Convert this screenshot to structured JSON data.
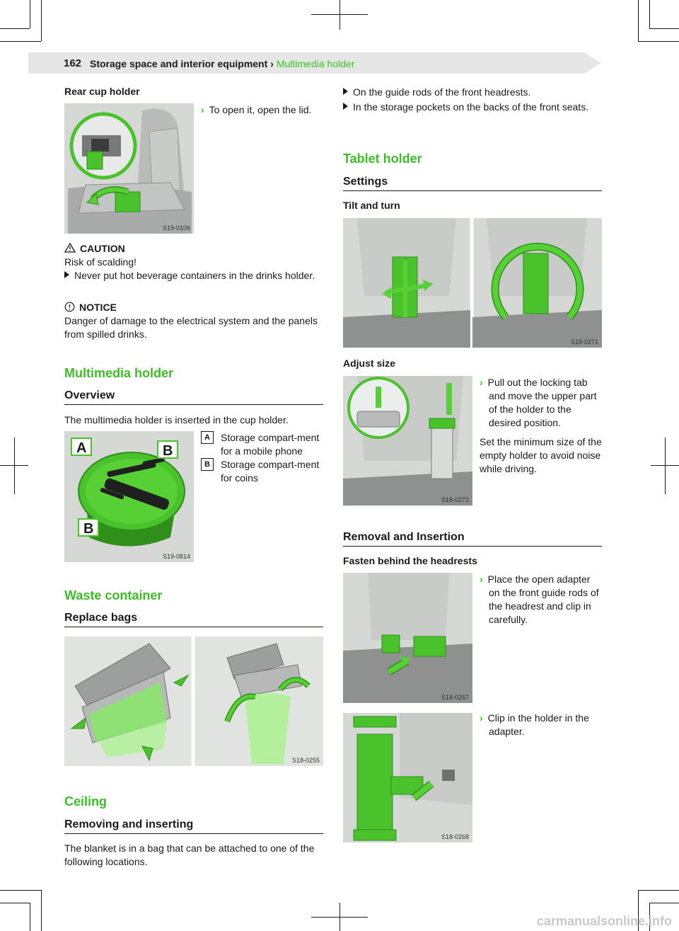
{
  "header": {
    "page_number": "162",
    "section": "Storage space and interior equipment",
    "separator": "›",
    "current": "Multimedia holder"
  },
  "left": {
    "rear_cup": {
      "title": "Rear cup holder",
      "step": "To open it, open the lid.",
      "image_code": "S19-0106"
    },
    "caution": {
      "label": "CAUTION",
      "text": "Risk of scalding!",
      "bullet": "Never put hot beverage containers in the drinks holder."
    },
    "notice": {
      "label": "NOTICE",
      "text": "Danger of damage to the electrical system and the panels from spilled drinks."
    },
    "multimedia": {
      "title": "Multimedia holder",
      "subtitle": "Overview",
      "intro": "The multimedia holder is inserted in the cup holder.",
      "image_code": "S19-0814",
      "callouts": [
        {
          "key": "A",
          "text": "Storage compart-ment for a mobile phone"
        },
        {
          "key": "B",
          "text": "Storage compart-ment for coins"
        }
      ]
    },
    "waste": {
      "title": "Waste container",
      "subtitle": "Replace bags",
      "image_code": "S18-0255"
    },
    "ceiling": {
      "title": "Ceiling",
      "subtitle": "Removing and inserting",
      "text": "The blanket is in a bag that can be attached to one of the following locations."
    }
  },
  "right": {
    "locations": [
      "On the guide rods of the front headrests.",
      "In the storage pockets on the backs of the front seats."
    ],
    "tablet": {
      "title": "Tablet holder",
      "subtitle": "Settings",
      "tilt_label": "Tilt and turn",
      "tilt_image_code": "S18-0271",
      "adjust_label": "Adjust size",
      "adjust_image_code": "S18-0272",
      "adjust_step": "Pull out the locking tab and move the upper part of the holder to the desired position.",
      "adjust_note": "Set the minimum size of the empty holder to avoid noise while driving."
    },
    "removal": {
      "title": "Removal and Insertion",
      "fasten_label": "Fasten behind the headrests",
      "step1": "Place the open adapter on the front guide rods of the headrest and clip in carefully.",
      "image1_code": "S18-0267",
      "step2": "Clip in the holder in the adapter.",
      "image2_code": "S18-0268"
    }
  },
  "footer": {
    "watermark": "carmanualsonline.info"
  },
  "colors": {
    "accent": "#3cbf25",
    "text": "#1a1a1a",
    "band": "#e6e6e6"
  }
}
